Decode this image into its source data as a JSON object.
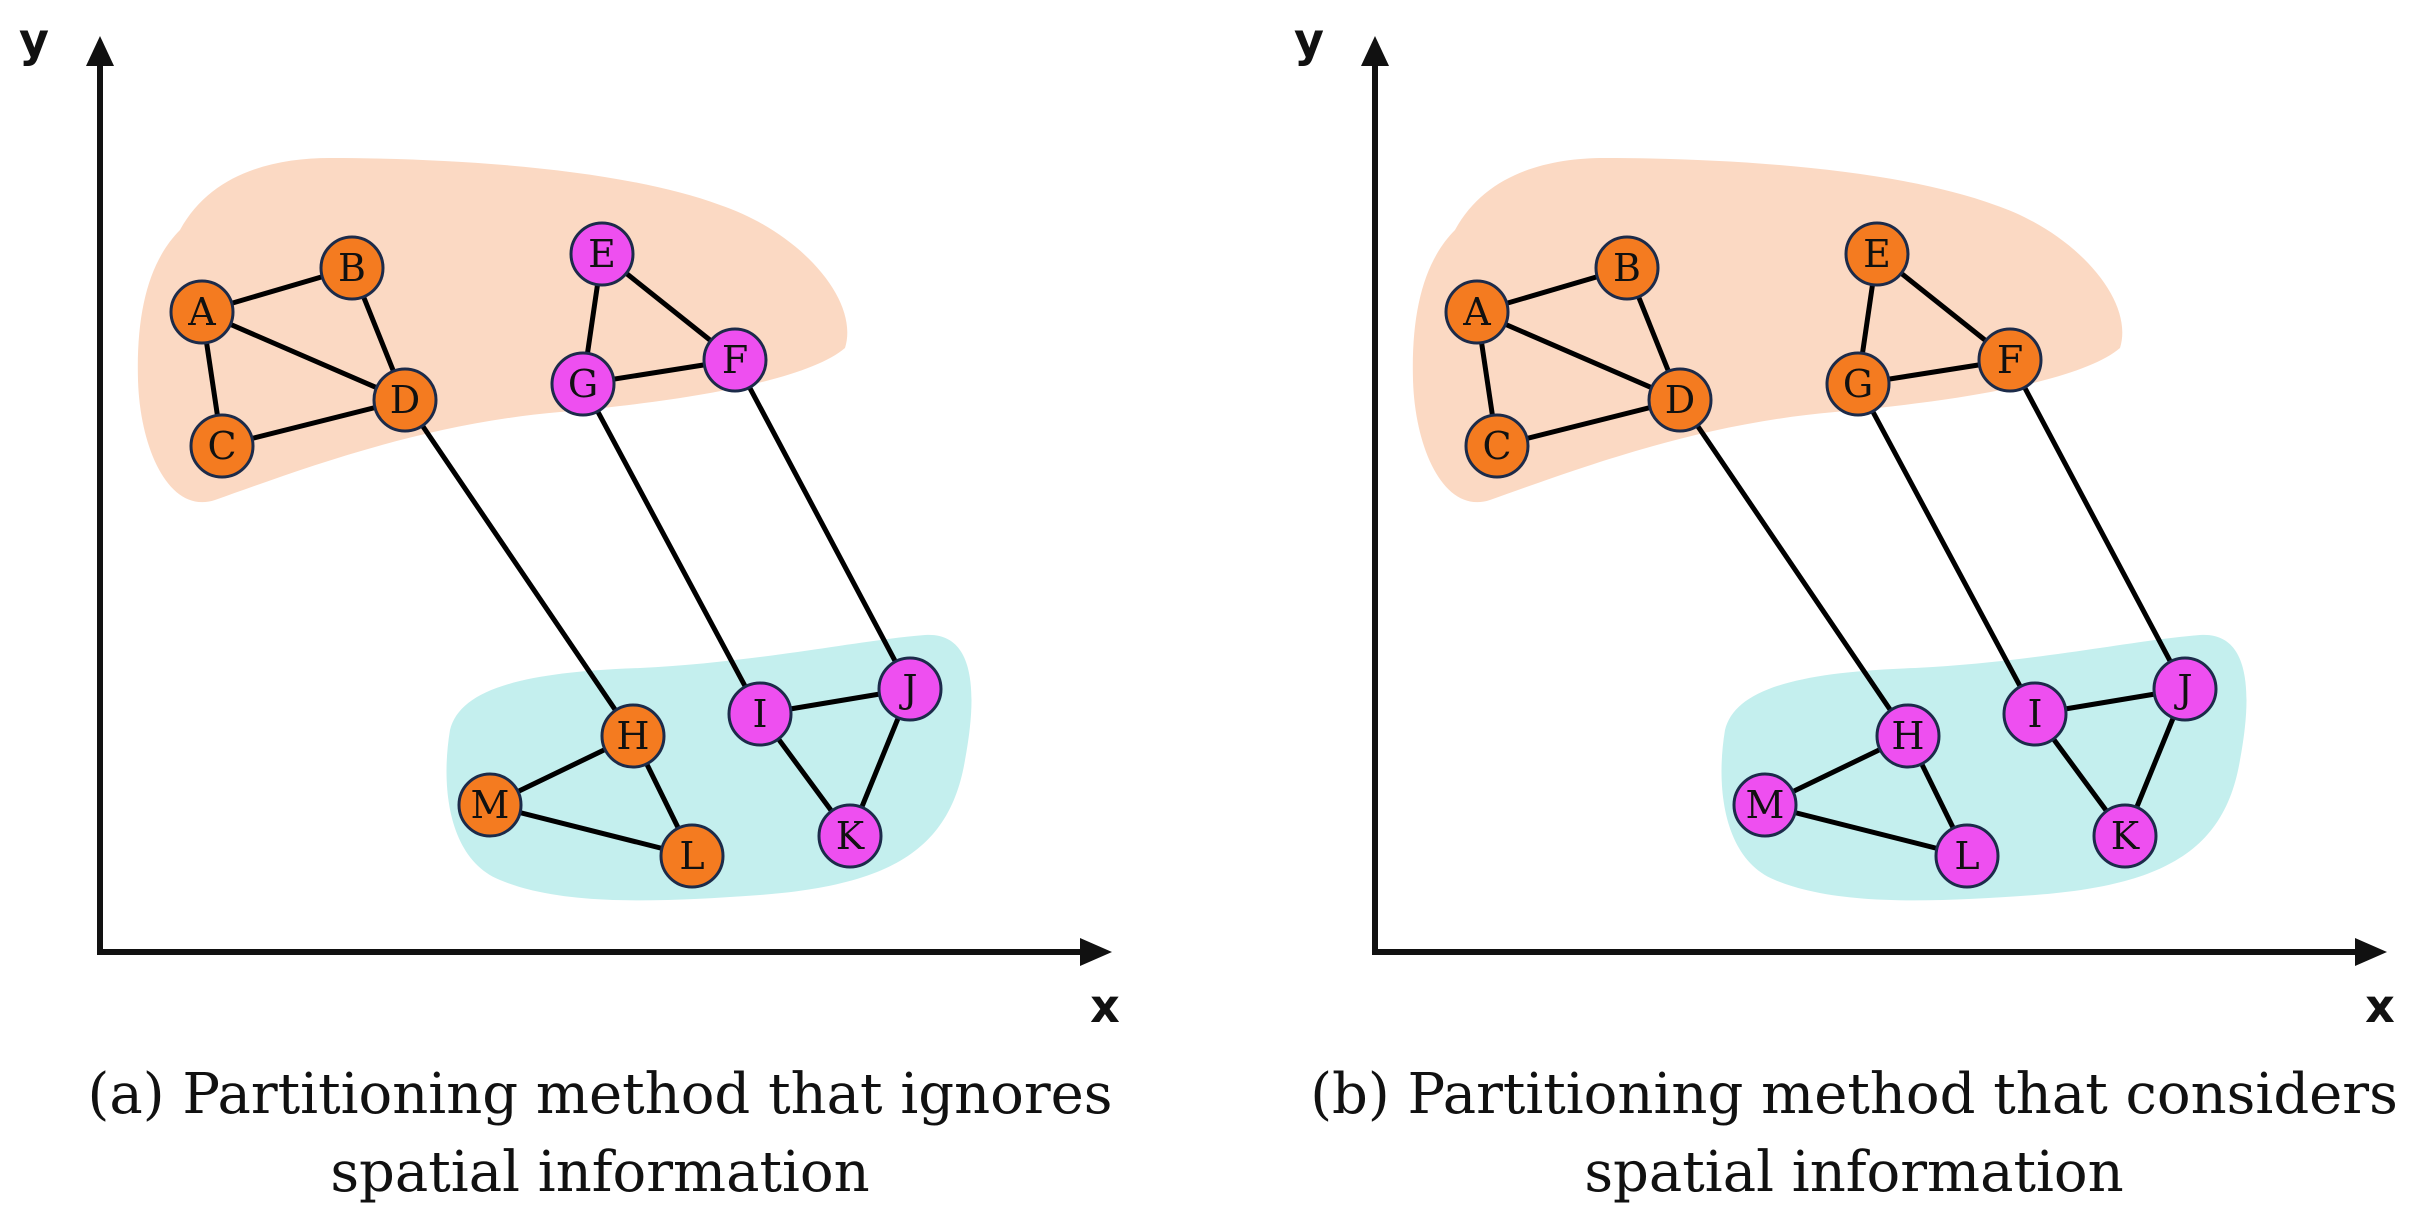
{
  "colors": {
    "orange_node": "#f47b20",
    "magenta_node": "#ee4ff0",
    "node_stroke": "#1c2b4a",
    "region_top": "#fbd9c3",
    "region_bottom": "#c4efee",
    "axis": "#111111"
  },
  "panels": [
    {
      "id": "a",
      "axis_x_label": "x",
      "axis_y_label": "y",
      "caption_line1": "(a) Partitioning method that ignores",
      "caption_line2": "spatial information",
      "nodes": [
        {
          "label": "A",
          "group": "orange"
        },
        {
          "label": "B",
          "group": "orange"
        },
        {
          "label": "C",
          "group": "orange"
        },
        {
          "label": "D",
          "group": "orange"
        },
        {
          "label": "E",
          "group": "magenta"
        },
        {
          "label": "F",
          "group": "magenta"
        },
        {
          "label": "G",
          "group": "magenta"
        },
        {
          "label": "H",
          "group": "orange"
        },
        {
          "label": "I",
          "group": "magenta"
        },
        {
          "label": "J",
          "group": "magenta"
        },
        {
          "label": "K",
          "group": "magenta"
        },
        {
          "label": "L",
          "group": "orange"
        },
        {
          "label": "M",
          "group": "orange"
        }
      ]
    },
    {
      "id": "b",
      "axis_x_label": "x",
      "axis_y_label": "y",
      "caption_line1": "(b) Partitioning method that considers",
      "caption_line2": "spatial information",
      "nodes": [
        {
          "label": "A",
          "group": "orange"
        },
        {
          "label": "B",
          "group": "orange"
        },
        {
          "label": "C",
          "group": "orange"
        },
        {
          "label": "D",
          "group": "orange"
        },
        {
          "label": "E",
          "group": "orange"
        },
        {
          "label": "F",
          "group": "orange"
        },
        {
          "label": "G",
          "group": "orange"
        },
        {
          "label": "H",
          "group": "magenta"
        },
        {
          "label": "I",
          "group": "magenta"
        },
        {
          "label": "J",
          "group": "magenta"
        },
        {
          "label": "K",
          "group": "magenta"
        },
        {
          "label": "L",
          "group": "magenta"
        },
        {
          "label": "M",
          "group": "magenta"
        }
      ]
    }
  ],
  "edges": [
    [
      "A",
      "B"
    ],
    [
      "A",
      "C"
    ],
    [
      "A",
      "D"
    ],
    [
      "B",
      "D"
    ],
    [
      "C",
      "D"
    ],
    [
      "E",
      "F"
    ],
    [
      "E",
      "G"
    ],
    [
      "G",
      "F"
    ],
    [
      "D",
      "H"
    ],
    [
      "G",
      "I"
    ],
    [
      "F",
      "J"
    ],
    [
      "I",
      "J"
    ],
    [
      "I",
      "K"
    ],
    [
      "J",
      "K"
    ],
    [
      "H",
      "M"
    ],
    [
      "H",
      "L"
    ],
    [
      "M",
      "L"
    ]
  ]
}
